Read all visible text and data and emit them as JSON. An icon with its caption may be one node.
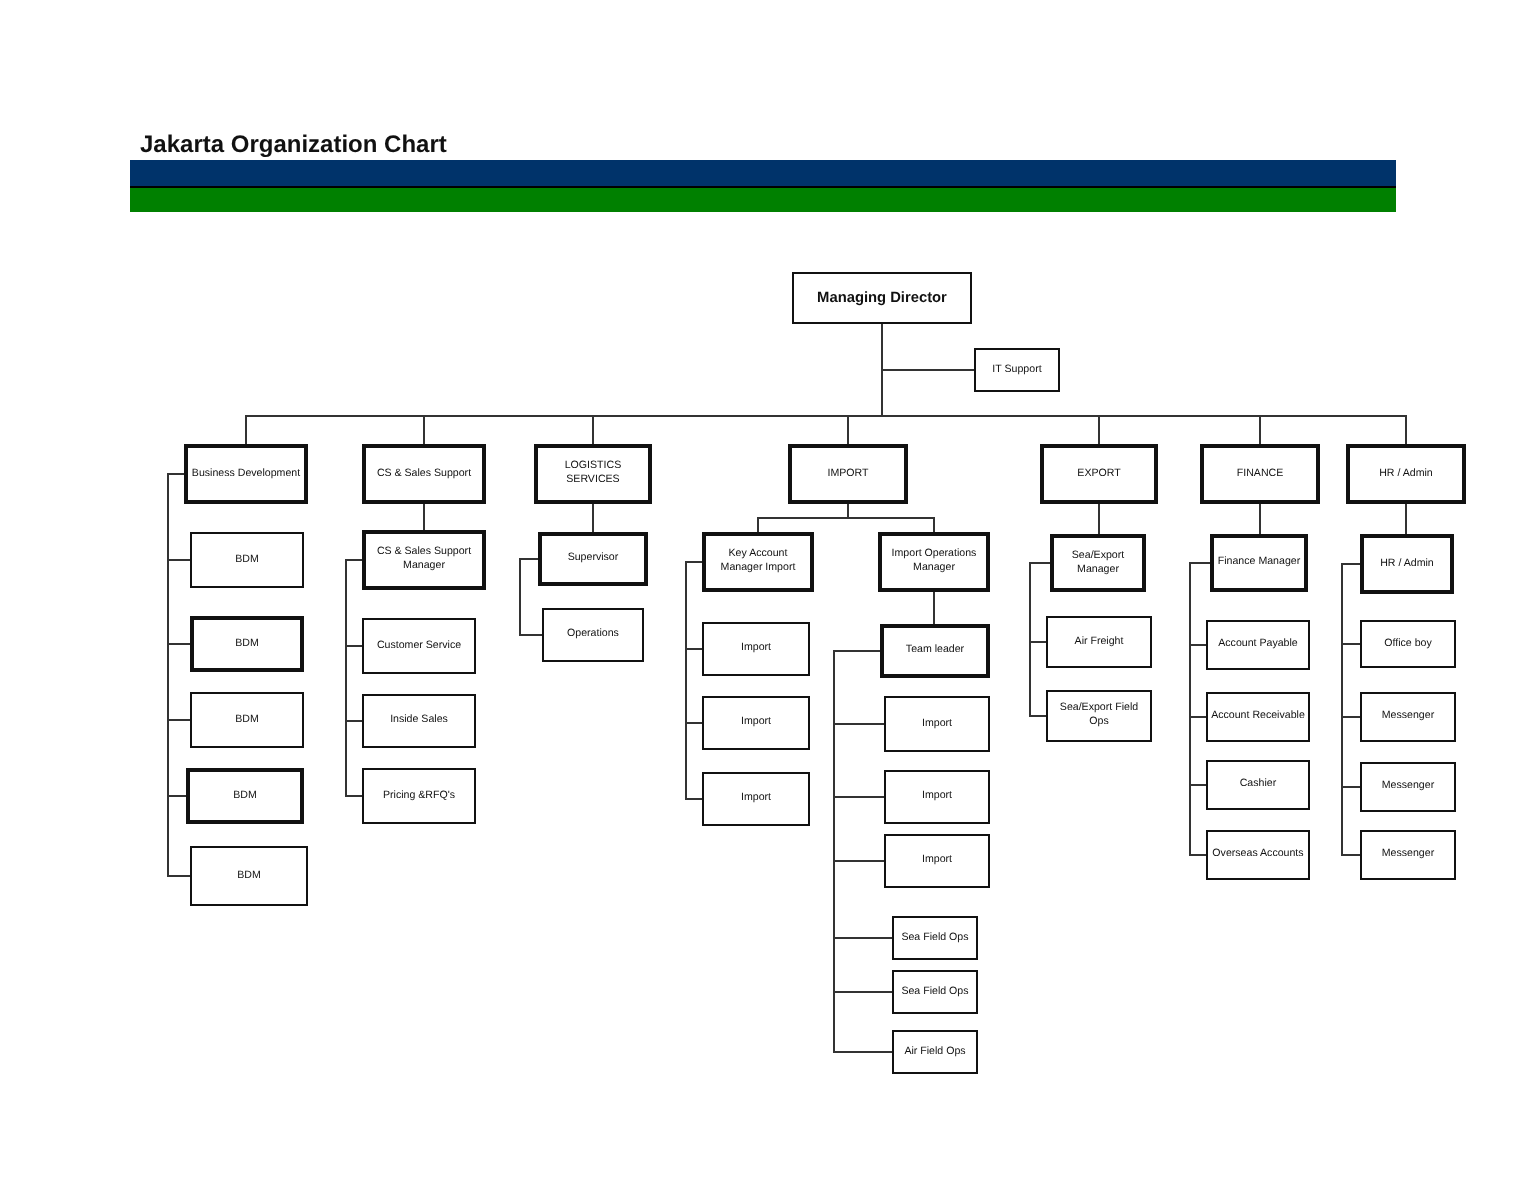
{
  "diagram": {
    "title": "Jakarta Organization Chart",
    "nodes": [
      {
        "text": [
          "Managing Director"
        ]
      },
      {
        "text": [
          "IT Support"
        ]
      },
      {
        "text": [
          "Business Development"
        ]
      },
      {
        "text": [
          "CS & Sales Support"
        ]
      },
      {
        "text": [
          "LOGISTICS SERVICES"
        ]
      },
      {
        "text": [
          "IMPORT"
        ]
      },
      {
        "text": [
          "EXPORT"
        ]
      },
      {
        "text": [
          "FINANCE"
        ]
      },
      {
        "text": [
          "HR / Admin"
        ]
      },
      {
        "text": [
          "BDM"
        ]
      },
      {
        "text": [
          "BDM"
        ]
      },
      {
        "text": [
          "BDM"
        ]
      },
      {
        "text": [
          "BDM"
        ]
      },
      {
        "text": [
          "BDM"
        ]
      },
      {
        "text": [
          "CS & Sales Support Manager"
        ]
      },
      {
        "text": [
          "Customer Service"
        ]
      },
      {
        "text": [
          "Inside Sales"
        ]
      },
      {
        "text": [
          "Pricing &RFQ's"
        ]
      },
      {
        "text": [
          "Supervisor"
        ]
      },
      {
        "text": [
          "Operations"
        ]
      },
      {
        "text": [
          "Key Account Manager Import"
        ]
      },
      {
        "text": [
          "Import Operations Manager"
        ]
      },
      {
        "text": [
          "Import"
        ]
      },
      {
        "text": [
          "Import"
        ]
      },
      {
        "text": [
          "Import"
        ]
      },
      {
        "text": [
          "Team leader"
        ]
      },
      {
        "text": [
          "Import"
        ]
      },
      {
        "text": [
          "Import"
        ]
      },
      {
        "text": [
          "Import"
        ]
      },
      {
        "text": [
          "Sea Field Ops"
        ]
      },
      {
        "text": [
          "Sea Field Ops"
        ]
      },
      {
        "text": [
          "Air Field Ops"
        ]
      },
      {
        "text": [
          "Sea/Export Manager"
        ]
      },
      {
        "text": [
          "Air Freight"
        ]
      },
      {
        "text": [
          "Sea/Export Field Ops"
        ]
      },
      {
        "text": [
          "Finance Manager"
        ]
      },
      {
        "text": [
          "Account Payable"
        ]
      },
      {
        "text": [
          "Account Receivable"
        ]
      },
      {
        "text": [
          "Cashier"
        ]
      },
      {
        "text": [
          "Overseas Accounts"
        ]
      },
      {
        "text": [
          "HR / Admin"
        ]
      },
      {
        "text": [
          "Office boy"
        ]
      },
      {
        "text": [
          "Messenger"
        ]
      },
      {
        "text": [
          "Messenger"
        ]
      },
      {
        "text": [
          "Messenger"
        ]
      }
    ],
    "edges": [
      {
        "from": 0,
        "to": 1,
        "arrow": "none"
      },
      {
        "from": 0,
        "to": 2,
        "arrow": "none"
      },
      {
        "from": 0,
        "to": 3,
        "arrow": "none"
      },
      {
        "from": 0,
        "to": 4,
        "arrow": "none"
      },
      {
        "from": 0,
        "to": 5,
        "arrow": "none"
      },
      {
        "from": 0,
        "to": 6,
        "arrow": "none"
      },
      {
        "from": 0,
        "to": 7,
        "arrow": "none"
      },
      {
        "from": 0,
        "to": 8,
        "arrow": "none"
      },
      {
        "from": 2,
        "to": 9,
        "arrow": "none"
      },
      {
        "from": 2,
        "to": 10,
        "arrow": "none"
      },
      {
        "from": 2,
        "to": 11,
        "arrow": "none"
      },
      {
        "from": 2,
        "to": 12,
        "arrow": "none"
      },
      {
        "from": 2,
        "to": 13,
        "arrow": "none"
      },
      {
        "from": 3,
        "to": 14,
        "arrow": "none"
      },
      {
        "from": 14,
        "to": 15,
        "arrow": "none"
      },
      {
        "from": 14,
        "to": 16,
        "arrow": "none"
      },
      {
        "from": 14,
        "to": 17,
        "arrow": "none"
      },
      {
        "from": 4,
        "to": 18,
        "arrow": "none"
      },
      {
        "from": 18,
        "to": 19,
        "arrow": "none"
      },
      {
        "from": 5,
        "to": 20,
        "arrow": "none"
      },
      {
        "from": 5,
        "to": 21,
        "arrow": "none"
      },
      {
        "from": 20,
        "to": 22,
        "arrow": "none"
      },
      {
        "from": 20,
        "to": 23,
        "arrow": "none"
      },
      {
        "from": 20,
        "to": 24,
        "arrow": "none"
      },
      {
        "from": 21,
        "to": 25,
        "arrow": "none"
      },
      {
        "from": 25,
        "to": 26,
        "arrow": "none"
      },
      {
        "from": 25,
        "to": 27,
        "arrow": "none"
      },
      {
        "from": 25,
        "to": 28,
        "arrow": "none"
      },
      {
        "from": 25,
        "to": 29,
        "arrow": "none"
      },
      {
        "from": 25,
        "to": 30,
        "arrow": "none"
      },
      {
        "from": 25,
        "to": 31,
        "arrow": "none"
      },
      {
        "from": 6,
        "to": 32,
        "arrow": "none"
      },
      {
        "from": 32,
        "to": 33,
        "arrow": "none"
      },
      {
        "from": 32,
        "to": 34,
        "arrow": "none"
      },
      {
        "from": 7,
        "to": 35,
        "arrow": "none"
      },
      {
        "from": 35,
        "to": 36,
        "arrow": "none"
      },
      {
        "from": 35,
        "to": 37,
        "arrow": "none"
      },
      {
        "from": 35,
        "to": 38,
        "arrow": "none"
      },
      {
        "from": 35,
        "to": 39,
        "arrow": "none"
      },
      {
        "from": 8,
        "to": 40,
        "arrow": "none"
      },
      {
        "from": 40,
        "to": 41,
        "arrow": "none"
      },
      {
        "from": 40,
        "to": 42,
        "arrow": "none"
      },
      {
        "from": 40,
        "to": 43,
        "arrow": "none"
      },
      {
        "from": 40,
        "to": 44,
        "arrow": "none"
      }
    ]
  }
}
